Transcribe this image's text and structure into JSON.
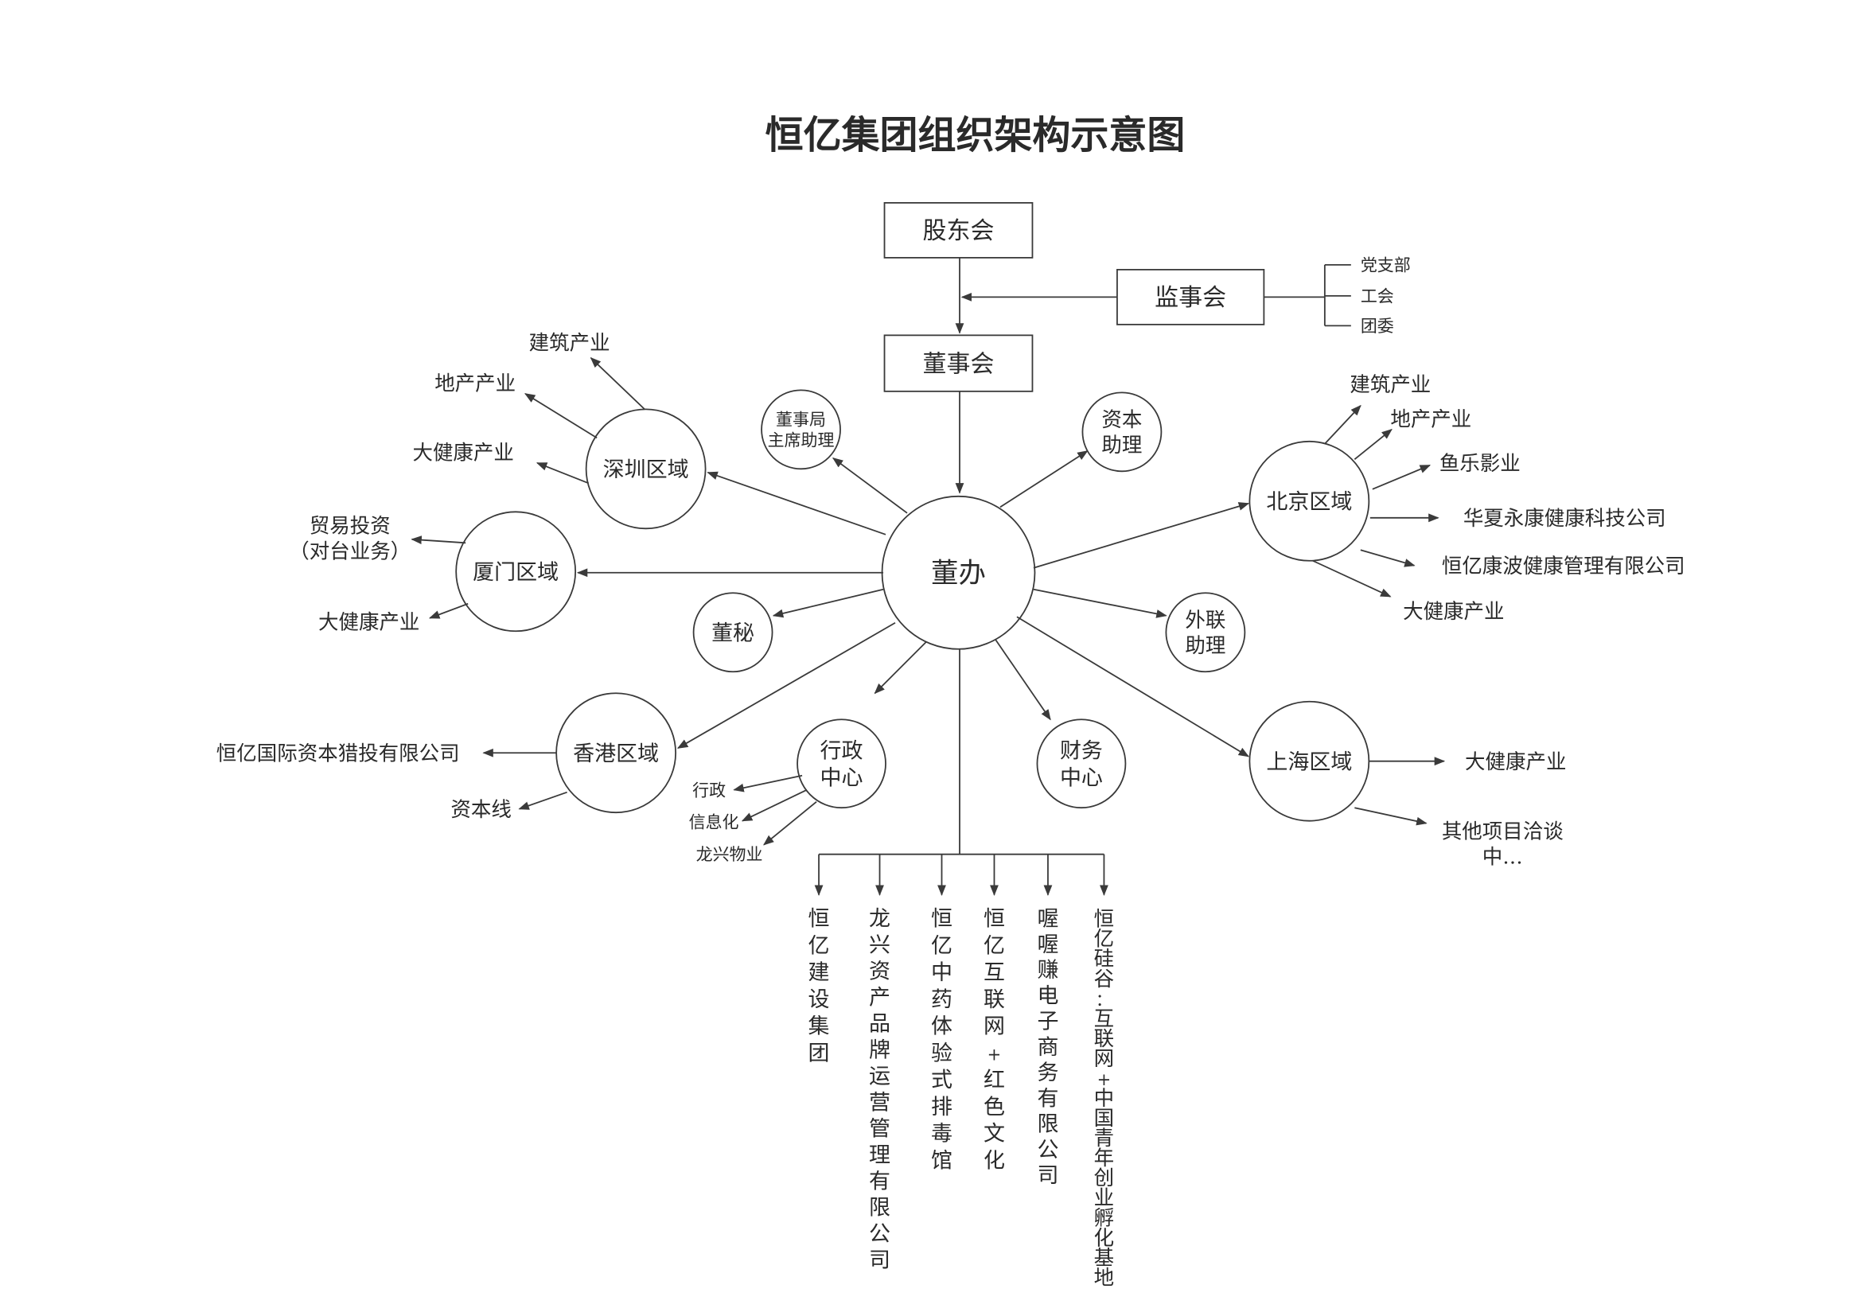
{
  "title": "恒亿集团组织架构示意图",
  "boxes": {
    "shareholders": "股东会",
    "supervisors": "监事会",
    "board": "董事会"
  },
  "supervisor_branches": [
    "党支部",
    "工会",
    "团委"
  ],
  "center": "董办",
  "circles": {
    "chairman_assistant": [
      "董事局",
      "主席助理"
    ],
    "capital_assistant": [
      "资本",
      "助理"
    ],
    "shenzhen": [
      "深圳区域"
    ],
    "xiamen": [
      "厦门区域"
    ],
    "secretary": [
      "董秘"
    ],
    "liaison_assistant": [
      "外联",
      "助理"
    ],
    "beijing": [
      "北京区域"
    ],
    "hongkong": [
      "香港区域"
    ],
    "admin_center": [
      "行政",
      "中心"
    ],
    "finance_center": [
      "财务",
      "中心"
    ],
    "shanghai": [
      "上海区域"
    ]
  },
  "leaves": {
    "shenzhen": [
      "建筑产业",
      "地产产业",
      "大健康产业"
    ],
    "xiamen": [
      [
        "贸易投资",
        "（对台业务）"
      ],
      [
        "大健康产业"
      ]
    ],
    "hongkong": [
      "恒亿国际资本猎投有限公司",
      "资本线"
    ],
    "admin_center": [
      "行政",
      "信息化",
      "龙兴物业"
    ],
    "beijing": [
      "建筑产业",
      "地产产业",
      "鱼乐影业",
      "华夏永康健康科技公司",
      "恒亿康波健康管理有限公司",
      "大健康产业"
    ],
    "shanghai": [
      [
        "大健康产业"
      ],
      [
        "其他项目洽谈",
        "中…"
      ]
    ]
  },
  "subsidiaries": [
    "恒亿建设集团",
    "龙兴资产品牌运营管理有限公司",
    "恒亿中药体验式排毒馆",
    "恒亿互联网+红色文化",
    "喔喔赚电子商务有限公司",
    "恒亿硅谷：互联网+中国青年创业孵化基地"
  ],
  "colors": {
    "line": "#3a3a3a",
    "text": "#2a2a2a"
  }
}
